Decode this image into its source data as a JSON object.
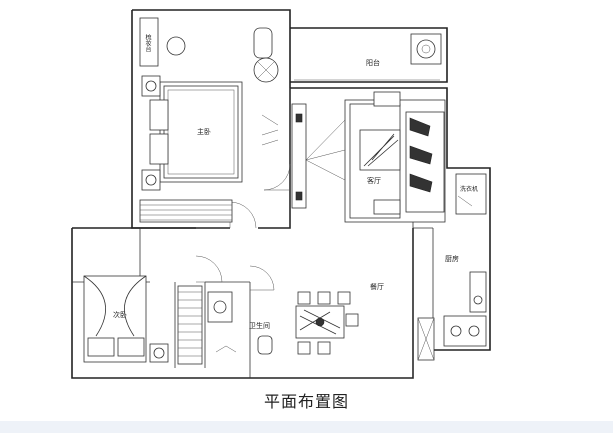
{
  "caption": "平面布置图",
  "rooms": {
    "balcony": "阳台",
    "master_bedroom": "主卧",
    "living_room": "客厅",
    "dining_room": "餐厅",
    "kitchen": "厨房",
    "second_bedroom": "次卧",
    "bathroom": "卫生间",
    "washer": "洗衣机",
    "dresser": "梳妆台"
  },
  "colors": {
    "line": "#222222",
    "background": "#ffffff",
    "footer": "#eef2f8"
  }
}
